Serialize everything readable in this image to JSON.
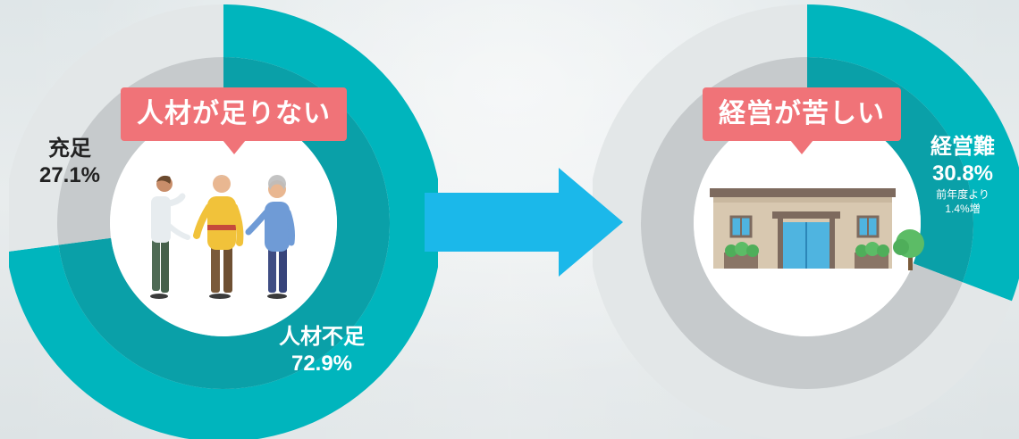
{
  "chart_data": [
    {
      "type": "pie",
      "callout": "人材が足りない",
      "slices": [
        {
          "label": "人材不足",
          "value": 72.9,
          "value_text": "72.9%",
          "color": "#00b5bd"
        },
        {
          "label": "充足",
          "value": 27.1,
          "value_text": "27.1%",
          "color": "#e3e7e8"
        }
      ]
    },
    {
      "type": "pie",
      "callout": "経営が苦しい",
      "slices": [
        {
          "label": "経営難",
          "value": 30.8,
          "value_text": "30.8%",
          "note_line1": "前年度より",
          "note_line2": "1.4%増",
          "color": "#00b5bd"
        },
        {
          "label": "",
          "value": 69.2,
          "value_text": "",
          "color": "#e3e7e8"
        }
      ]
    }
  ],
  "icons": [
    "people-caregivers-illustration",
    "care-facility-building-icon",
    "tree-icon",
    "arrow-right-icon"
  ],
  "colors": {
    "accent": "#00b5bd",
    "accent_dark": "#0aa0a8",
    "callout": "#f07378",
    "arrow": "#1bb8ea",
    "inner_gray": "#c6cacc",
    "remainder": "#e3e7e8"
  }
}
